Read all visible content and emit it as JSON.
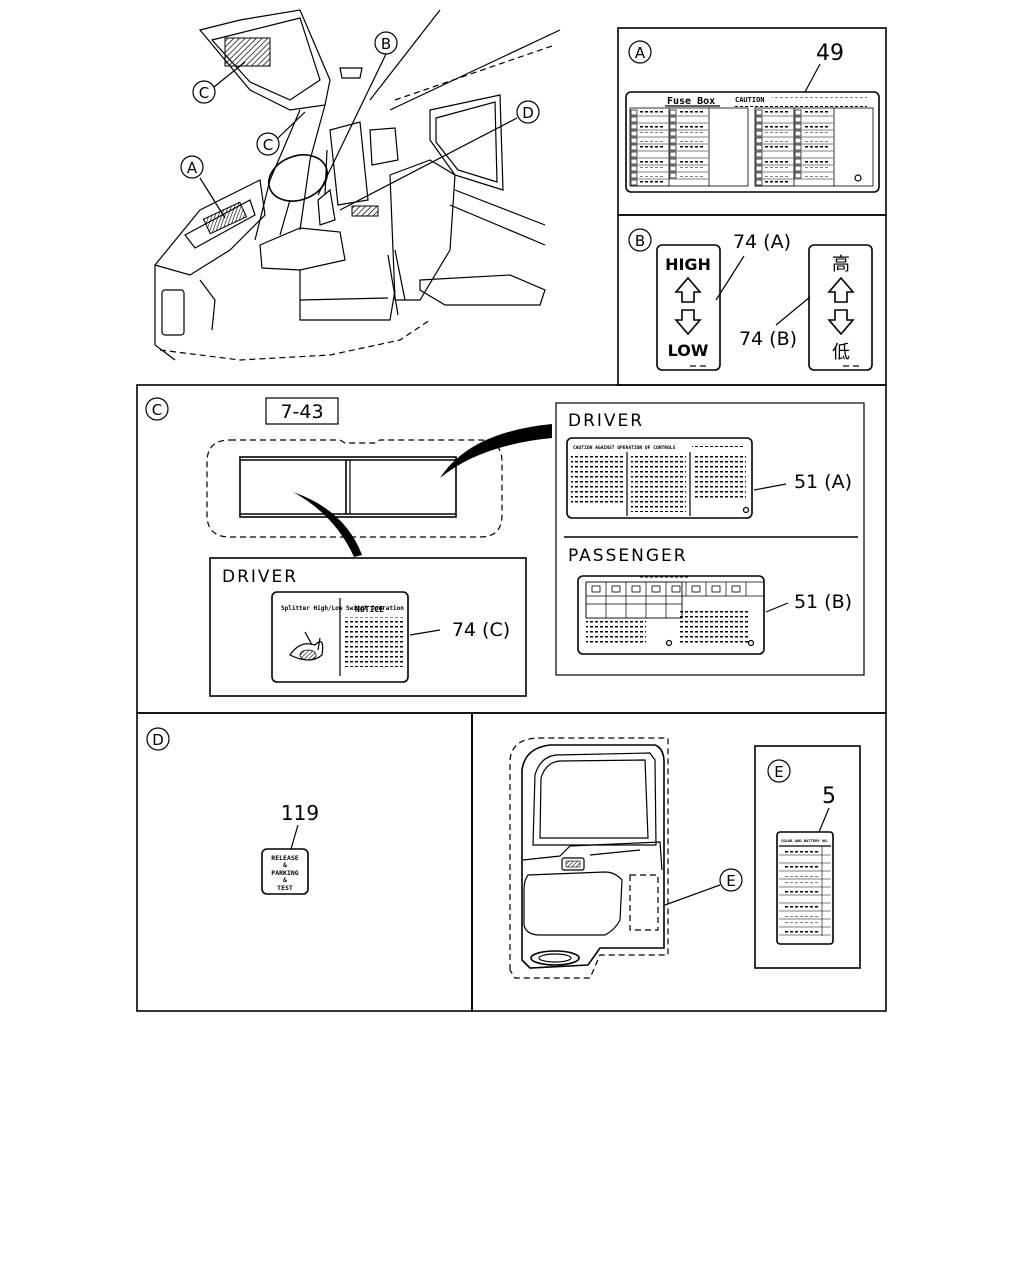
{
  "callouts": {
    "a": "A",
    "b": "B",
    "c": "C",
    "d": "D",
    "e": "E"
  },
  "panel_a": {
    "part_no": "49",
    "label_title": "Fuse Box",
    "label_caution": "CAUTION"
  },
  "panel_b": {
    "part_a": "74 (A)",
    "part_b": "74 (B)",
    "high": "HIGH",
    "low": "LOW",
    "high_jp": "高",
    "low_jp": "低"
  },
  "panel_c": {
    "ref": "7-43",
    "driver_left": "DRIVER",
    "driver_right": "DRIVER",
    "passenger": "PASSENGER",
    "part_51a": "51 (A)",
    "part_51b": "51 (B)",
    "part_74c": "74 (C)",
    "label_74c_left": "Splitter High/Low Switch Operation",
    "label_74c_notice": "NOTICE",
    "label_51a_title": "CAUTION AGAINST OPERATION OF CONTROLS"
  },
  "panel_d": {
    "part_no": "119",
    "label_lines": [
      "RELEASE",
      "&",
      "PARKING",
      "&",
      "TEST"
    ]
  },
  "panel_e": {
    "part_no": "5",
    "label_title": "COLOR AND BATTERY NO."
  }
}
